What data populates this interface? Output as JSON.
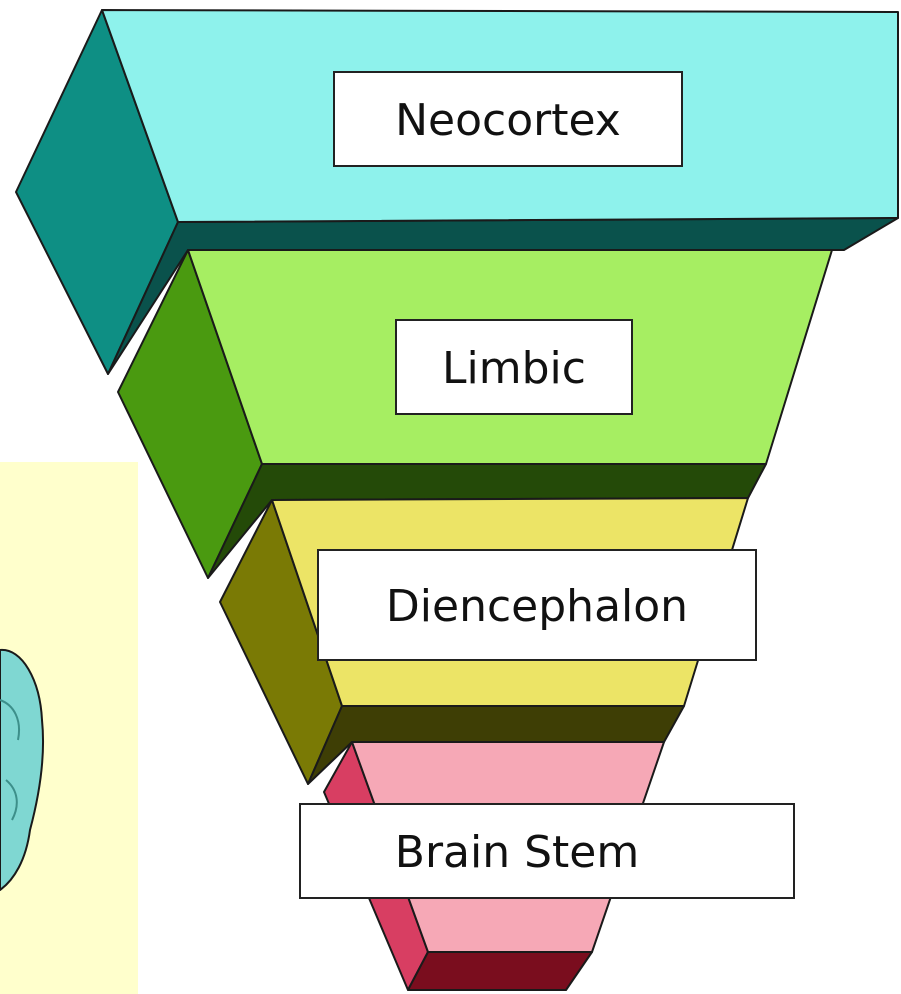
{
  "diagram": {
    "layers": [
      {
        "id": "neocortex",
        "label": "Neocortex",
        "colors": {
          "top": "#8ef2ec",
          "side": "#0e8f84",
          "underside": "#0a524c"
        }
      },
      {
        "id": "limbic",
        "label": "Limbic",
        "colors": {
          "top": "#a6ee62",
          "side": "#4a9a10",
          "underside": "#244a08"
        }
      },
      {
        "id": "diencephalon",
        "label": "Diencephalon",
        "colors": {
          "top": "#ece466",
          "side": "#7a7a05",
          "underside": "#3e3e05"
        }
      },
      {
        "id": "brain-stem",
        "label": "Brain Stem",
        "colors": {
          "top": "#f6a8b6",
          "side": "#d83e62",
          "underside": "#7a0d1e"
        }
      }
    ],
    "background_panel_color": "#ffffcc",
    "brain_outline_color": "#7fd7d2"
  }
}
